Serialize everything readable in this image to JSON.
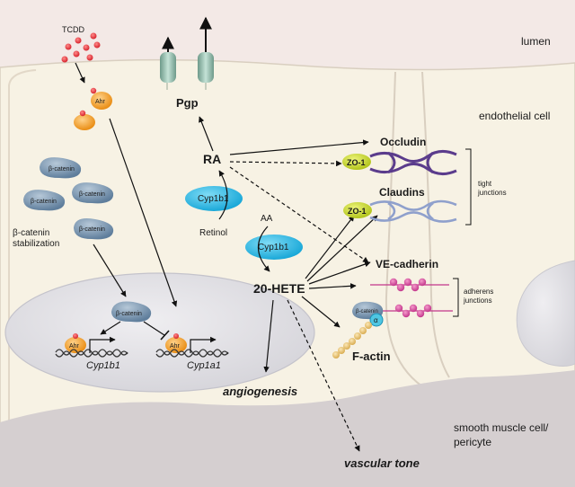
{
  "regions": {
    "lumen": "lumen",
    "endothelial": "endothelial cell",
    "smooth_muscle_line1": "smooth muscle cell/",
    "smooth_muscle_line2": "pericyte"
  },
  "molecules": {
    "tcdd": "TCDD",
    "ahr": "Ahr",
    "beta_catenin": "β-catenin",
    "beta_catenin_stabilization_line1": "β-catenin",
    "beta_catenin_stabilization_line2": "stabilization",
    "pgp": "Pgp",
    "ra": "RA",
    "cyp1b1": "Cyp1b1",
    "retinol": "Retinol",
    "aa": "AA",
    "hete": "20-HETE",
    "zo1": "ZO-1",
    "occludin": "Occludin",
    "claudins": "Claudins",
    "ve_cadherin": "VE-cadherin",
    "alpha": "α",
    "f_actin": "F-actin"
  },
  "genes": {
    "cyp1b1": "Cyp1b1",
    "cyp1a1": "Cyp1a1"
  },
  "junctions": {
    "tight_line1": "tight",
    "tight_line2": "junctions",
    "adherens_line1": "adherens",
    "adherens_line2": "junctions"
  },
  "outcomes": {
    "angiogenesis": "angiogenesis",
    "vascular_tone": "vascular tone"
  },
  "colors": {
    "lumen_bg": "#f3e9e6",
    "cell_bg": "#f7f2e4",
    "nucleus": "#e4e3e7",
    "smooth_muscle": "#d5cfd0",
    "cyp1b1": "#1db5e4",
    "ahr": "#f0a12a",
    "beta_catenin": "#6c8aa6",
    "zo1": "#c5d524",
    "occludin": "#5b3c8c",
    "claudins": "#8fa0cc",
    "ve_cadherin": "#d34f9c",
    "f_actin": "#ecc97b",
    "pgp": "#9cc4b4",
    "tcdd": "#e8343a"
  }
}
